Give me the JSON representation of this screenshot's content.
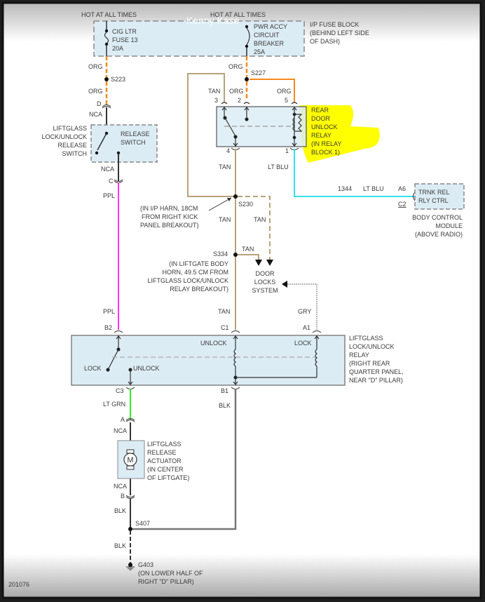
{
  "watermark": "Kenny Kase",
  "diagram_id": "201076",
  "colors": {
    "org": "#f58a1f",
    "tan": "#b8a27a",
    "ppl": "#ff33ee",
    "ltblu": "#33e0f0",
    "ltgrn": "#33ee22",
    "blk": "#333333",
    "gry": "#a0a0a0",
    "component_fill": "#dcecf5",
    "highlight": "#ffff00"
  },
  "top": {
    "hot1": "HOT AT ALL TIMES",
    "hot2": "HOT AT ALL TIMES",
    "fuse_block": {
      "line1": "I/P FUSE BLOCK",
      "line2": "(BEHIND LEFT SIDE",
      "line3": "OF DASH)"
    },
    "fuse": {
      "line1": "CIG LTR",
      "line2": "FUSE 13",
      "line3": "20A"
    },
    "breaker": {
      "line1": "PWR ACCY",
      "line2": "CIRCUIT",
      "line3": "BREAKER",
      "line4": "25A"
    }
  },
  "left_branch": {
    "org1": "ORG",
    "splice": "S223",
    "org2": "ORG",
    "conn_d": "D",
    "nca1": "NCA",
    "switch_name": {
      "line1": "LIFTGLASS",
      "line2": "LOCK/UNLOCK",
      "line3": "RELEASE",
      "line4": "SWITCH"
    },
    "switch_box": {
      "line1": "RELEASE",
      "line2": "SWITCH"
    },
    "nca2": "NCA",
    "conn_c": "C",
    "ppl1": "PPL",
    "ppl2": "PPL",
    "conn_b2": "B2"
  },
  "rear_relay": {
    "org_top": "ORG",
    "splice": "S227",
    "pin3_wire": "TAN",
    "pin2_wire": "ORG",
    "pin5_wire": "ORG",
    "pin3": "3",
    "pin2": "2",
    "pin5": "5",
    "pin4": "4",
    "pin1": "1",
    "name": {
      "line1": "REAR",
      "line2": "DOOR",
      "line3": "UNLOCK",
      "line4": "RELAY",
      "line5": "(IN RELAY",
      "line6": "BLOCK 1)"
    },
    "pin4_wire": "TAN",
    "pin1_wire": "LT BLU"
  },
  "bcm": {
    "circuit": "1344",
    "wire": "LT BLU",
    "pin_a6": "A6",
    "pin_c2": "C2",
    "box": {
      "line1": "TRNK REL",
      "line2": "RLY CTRL"
    },
    "name": {
      "line1": "BODY CONTROL",
      "line2": "MODULE",
      "line3": "(ABOVE RADIO)"
    }
  },
  "splices": {
    "s230": "S230",
    "s230_note": {
      "line1": "(IN I/P HARN, 18CM",
      "line2": "FROM RIGHT KICK",
      "line3": "PANEL BREAKOUT)"
    },
    "tan_a": "TAN",
    "tan_b": "TAN",
    "s334": "S334",
    "tan_c": "TAN",
    "s334_note": {
      "line1": "(IN LIFTGATE BODY",
      "line2": "HORN, 49.5 CM FROM",
      "line3": "LIFTGLASS LOCK/UNLOCK",
      "line4": "RELAY BREAKOUT)"
    },
    "door_locks": {
      "line1": "DOOR",
      "line2": "LOCKS",
      "line3": "SYSTEM"
    }
  },
  "liftglass_relay": {
    "tan": "TAN",
    "gry": "GRY",
    "conn_c1": "C1",
    "conn_a1": "A1",
    "unlock_coil": "UNLOCK",
    "lock_coil": "LOCK",
    "lock_contact": "LOCK",
    "unlock_contact": "UNLOCK",
    "conn_c3": "C3",
    "conn_b1": "B1",
    "name": {
      "line1": "LIFTGLASS",
      "line2": "LOCK/UNLOCK",
      "line3": "RELAY",
      "line4": "(RIGHT REAR",
      "line5": "QUARTER PANEL,",
      "line6": "NEAR \"D\" PILLAR)"
    }
  },
  "actuator": {
    "ltgrn": "LT GRN",
    "conn_a": "A",
    "nca1": "NCA",
    "motor": "M",
    "name": {
      "line1": "LIFTGLASS",
      "line2": "RELEASE",
      "line3": "ACTUATOR",
      "line4": "(IN CENTER",
      "line5": "OF LIFTGATE)"
    },
    "nca2": "NCA",
    "conn_b": "B",
    "blk1": "BLK",
    "blk_right": "BLK"
  },
  "ground": {
    "splice": "S407",
    "blk": "BLK",
    "name": "G403",
    "note1": "(ON LOWER HALF OF",
    "note2": "RIGHT \"D\" PILLAR)"
  }
}
